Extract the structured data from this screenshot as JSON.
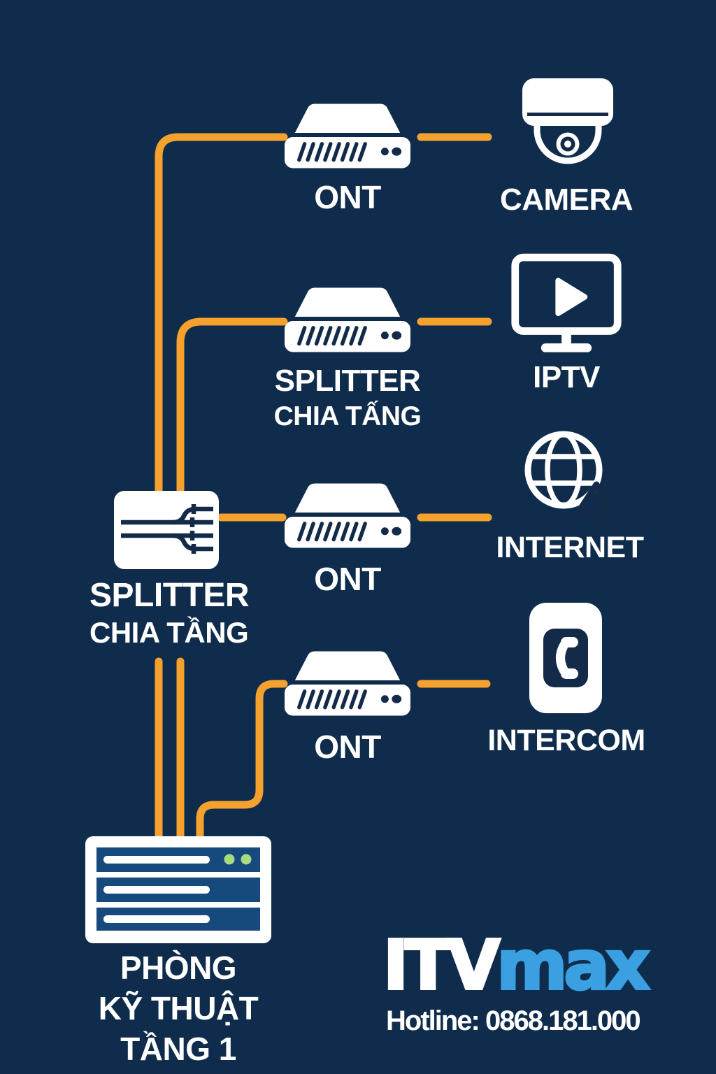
{
  "colors": {
    "background": "#0F2C4C",
    "cable_orange": "#F5A12D",
    "icon_white": "#FFFFFF",
    "detail_navy": "#132B49",
    "rack_bar_blue": "#164A7D",
    "led_green": "#A6DC7F",
    "brand_blue": "#3BA0E2"
  },
  "nodes": {
    "ont_camera": {
      "label": "ONT"
    },
    "camera": {
      "label": "CAMERA"
    },
    "splitter_floor": {
      "label_line1": "SPLITTER",
      "label_line2": "CHIA TẤNG"
    },
    "iptv": {
      "label": "IPTV"
    },
    "splitter_main": {
      "label_line1": "SPLITTER",
      "label_line2": "CHIA TẦNG"
    },
    "ont_internet": {
      "label": "ONT"
    },
    "internet": {
      "label": "INTERNET"
    },
    "ont_intercom": {
      "label": "ONT"
    },
    "intercom": {
      "label": "INTERCOM"
    },
    "technical_room": {
      "label_line1": "PHÒNG",
      "label_line2": "KỸ THUẬT",
      "label_line3": "TẦNG 1"
    }
  },
  "edges": [
    {
      "from": "technical_room",
      "to": "splitter_main",
      "via": "riser-cable-1"
    },
    {
      "from": "technical_room",
      "to": "splitter_main",
      "via": "riser-cable-2"
    },
    {
      "from": "splitter_main",
      "to": "ont_camera"
    },
    {
      "from": "splitter_main",
      "to": "splitter_floor"
    },
    {
      "from": "splitter_main",
      "to": "ont_internet"
    },
    {
      "from": "technical_room",
      "to": "ont_intercom"
    },
    {
      "from": "ont_camera",
      "to": "camera"
    },
    {
      "from": "splitter_floor",
      "to": "iptv"
    },
    {
      "from": "ont_internet",
      "to": "internet"
    },
    {
      "from": "ont_intercom",
      "to": "intercom"
    }
  ],
  "brand": {
    "name_white": "ITV",
    "name_blue": "max",
    "hotline": "Hotline: 0868.181.000"
  }
}
